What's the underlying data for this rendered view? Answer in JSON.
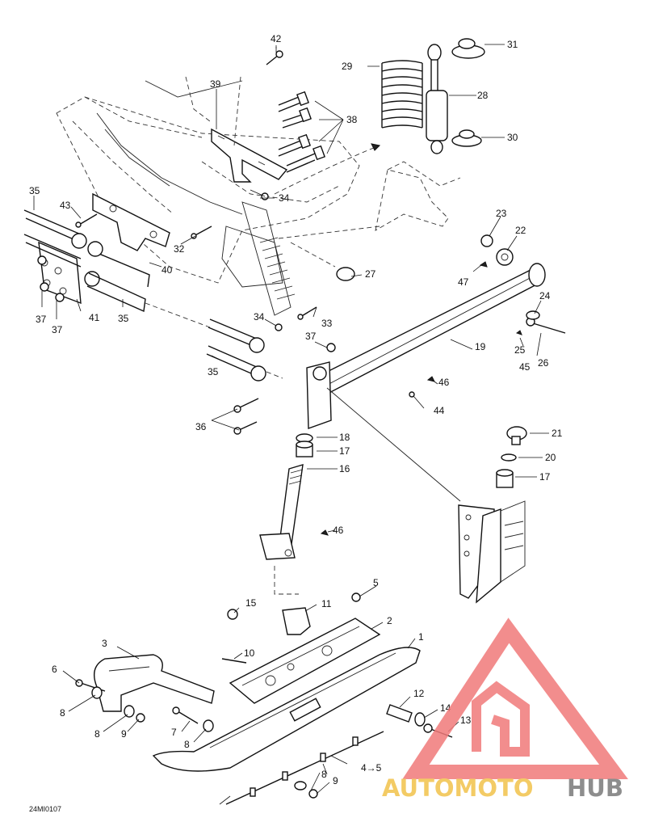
{
  "diagram_code": "24MI0107",
  "callouts": {
    "c1": "1",
    "c2": "2",
    "c3": "3",
    "c45": "4→5",
    "c5": "5",
    "c6": "6",
    "c7": "7",
    "c8a": "8",
    "c8b": "8",
    "c8c": "8",
    "c8d": "8",
    "c9a": "9",
    "c9b": "9",
    "c10": "10",
    "c11": "11",
    "c12": "12",
    "c13": "13",
    "c14": "14",
    "c15": "15",
    "c16": "16",
    "c17a": "17",
    "c17b": "17",
    "c18": "18",
    "c19": "19",
    "c20": "20",
    "c21": "21",
    "c22": "22",
    "c23": "23",
    "c24": "24",
    "c25": "25",
    "c26": "26",
    "c27": "27",
    "c28": "28",
    "c29": "29",
    "c30": "30",
    "c31": "31",
    "c32": "32",
    "c33": "33",
    "c34a": "34",
    "c34b": "34",
    "c35a": "35",
    "c35b": "35",
    "c35c": "35",
    "c36": "36",
    "c37a": "37",
    "c37b": "37",
    "c37c": "37",
    "c38": "38",
    "c39": "39",
    "c40": "40",
    "c41": "41",
    "c42": "42",
    "c43": "43",
    "c44": "44",
    "c45n": "45",
    "c46a": "46",
    "c46b": "46",
    "c47": "47"
  },
  "watermark": {
    "part1": "AUTOMOTO",
    "part2": "HUB",
    "color_primary": "#f07a7a",
    "color_secondary": "#f2c24b",
    "color_tertiary": "#7a7a7a"
  }
}
